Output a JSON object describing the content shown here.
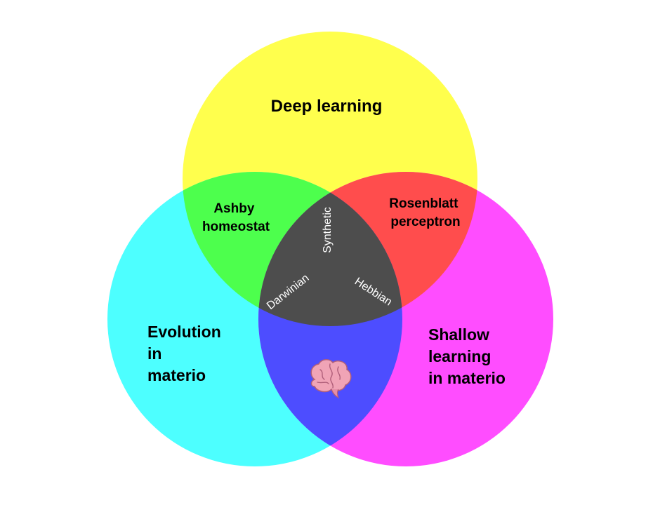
{
  "colors": {
    "background": "#ffffff",
    "deep_learning": "#ffff4d",
    "evolution_in_materio": "#4dffff",
    "shallow_learning": "#ff4dff",
    "deep_evolution_overlap": "#4dff4d",
    "deep_shallow_overlap": "#ff4d4d",
    "evolution_shallow_overlap": "#4d4dff",
    "center": "#4d4d4d"
  },
  "sets": {
    "deep_learning": "Deep learning",
    "evolution_in_materio": [
      "Evolution",
      "in",
      "materio"
    ],
    "shallow_learning": [
      "Shallow",
      "learning",
      "in materio"
    ]
  },
  "overlaps": {
    "deep_evolution": [
      "Ashby",
      "homeostat"
    ],
    "deep_shallow": [
      "Rosenblatt",
      "perceptron"
    ],
    "evolution_shallow_icon": "brain-icon"
  },
  "center": {
    "top": "Synthetic",
    "left": "Darwinian",
    "right": "Hebbian"
  }
}
